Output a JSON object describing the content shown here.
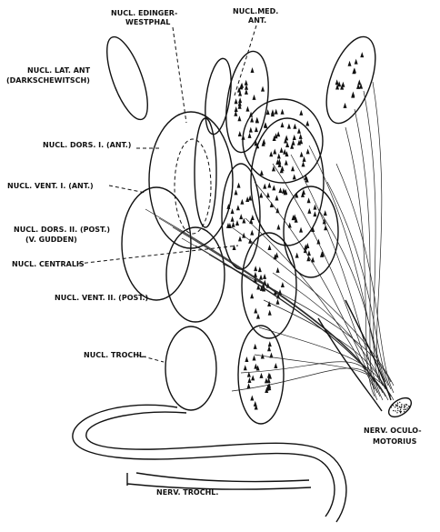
{
  "labels": {
    "nucl_edinger": [
      "NUCL. EDINGER-",
      "WESTPHAL"
    ],
    "nucl_med_ant": [
      "NUCL.MED.",
      "ANT."
    ],
    "nucl_lat_ant": [
      "NUCL. LAT. ANT",
      "(DARKSCHEWITSCH)"
    ],
    "nucl_dors_1": "NUCL. DORS. I. (ANT.)",
    "nucl_vent_1": "NUCL. VENT. I. (ANT.)",
    "nucl_dors_2": [
      "NUCL. DORS. II. (POST.)",
      "(V. GUDDEN)"
    ],
    "nucl_centralis": "NUCL. CENTRALIS",
    "nucl_vent_2": "NUCL. VENT. II. (POST.)",
    "nucl_trochl": "NUCL. TROCHL.",
    "nerv_oculomotorius": [
      "NERV. OCULO-",
      "MOTORIUS"
    ],
    "nerv_trochl": "NERV. TROCHL."
  },
  "colors": {
    "ink": "#111111",
    "background": "#ffffff"
  }
}
